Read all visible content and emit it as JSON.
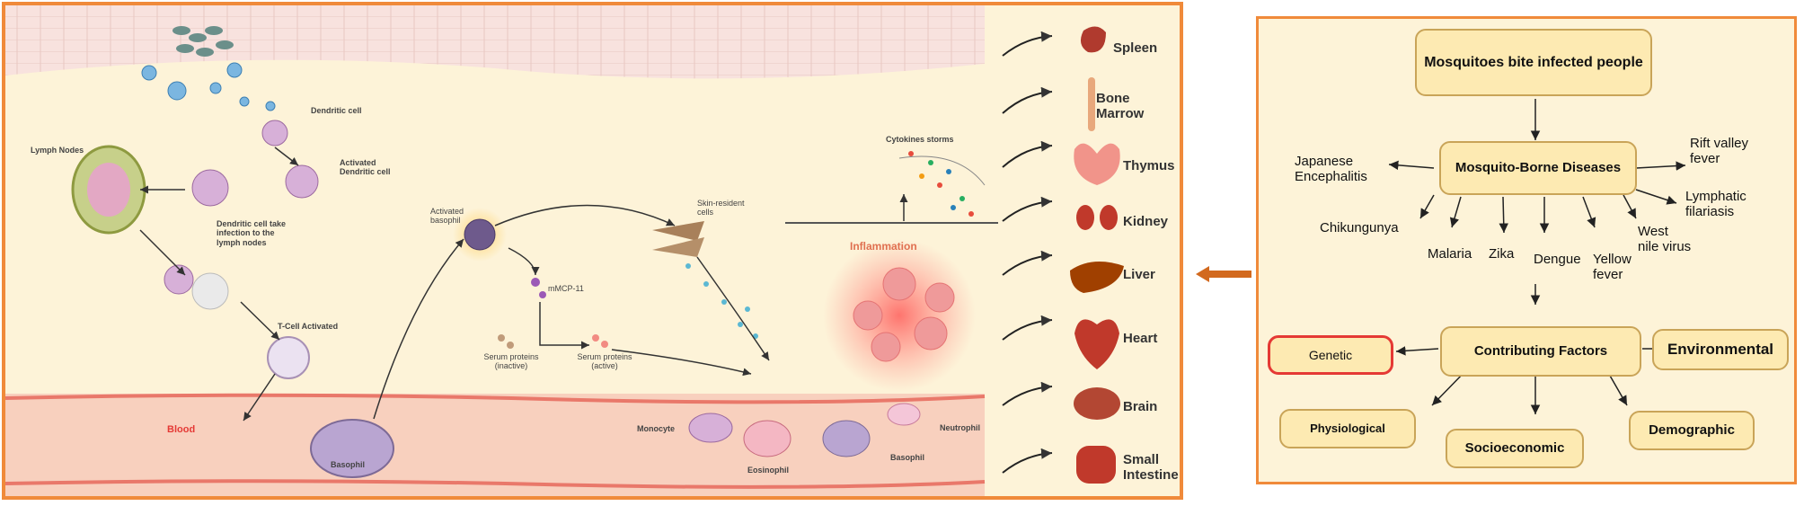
{
  "left_panel": {
    "labels": {
      "dendritic_cell": "Dendritic cell",
      "activated_dendritic_cell": "Activated Dendritic cell",
      "lymph_nodes": "Lymph Nodes",
      "dendritic_take_infection": "Dendritic cell take infection to the lymph nodes",
      "t_cell_activated": "T-Cell Activated",
      "blood": "Blood",
      "basophil_blood": "Basophil",
      "activated_basophil": "Activated basophil",
      "mmcp11": "mMCP-11",
      "serum_inactive": "Serum proteins (inactive)",
      "serum_active": "Serum proteins (active)",
      "skin_resident": "Skin-resident cells",
      "cytokines_storms": "Cytokines storms",
      "inflammation": "Inflammation",
      "monocyte": "Monocyte",
      "eosinophil": "Eosinophil",
      "basophil_vessel": "Basophil",
      "neutrophil": "Neutrophil"
    },
    "organs": [
      "Spleen",
      "Bone Marrow",
      "Thymus",
      "Kidney",
      "Liver",
      "Heart",
      "Brain",
      "Small Intestine"
    ]
  },
  "right_panel": {
    "top_box": "Mosquitoes bite infected people",
    "diseases_box": "Mosquito-Borne Diseases",
    "diseases": {
      "japanese": "Japanese Encephalitis",
      "rift": "Rift valley fever",
      "lymphatic": "Lymphatic filariasis",
      "chikungunya": "Chikungunya",
      "malaria": "Malaria",
      "zika": "Zika",
      "dengue": "Dengue",
      "yellow": "Yellow fever",
      "westnile": "West nile virus"
    },
    "factors_box": "Contributing Factors",
    "factors": {
      "genetic": "Genetic",
      "environmental": "Environmental",
      "physiological": "Physiological",
      "socioeconomic": "Socioeconomic",
      "demographic": "Demographic"
    }
  },
  "colors": {
    "panel_border": "#f08a3a",
    "panel_bg": "#fdf3d8",
    "box_fill": "#fdeab2",
    "box_border": "#c9a458",
    "genetic_border": "#e53935",
    "blood_text": "#e53935",
    "center_arrow": "#d2691e"
  }
}
